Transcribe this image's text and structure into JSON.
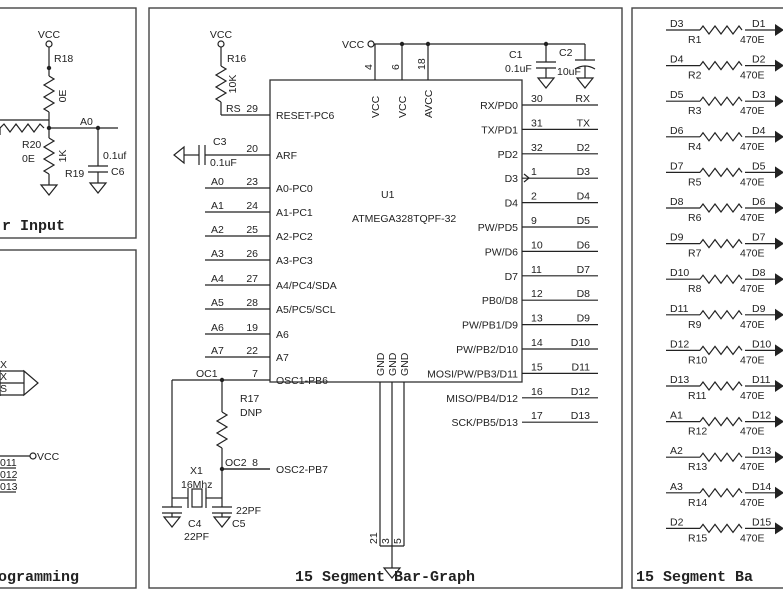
{
  "titles": {
    "left_top": "r Input",
    "left_bottom": "ogramming",
    "center": "15 Segment Bar-Graph",
    "right": "15 Segment Ba"
  },
  "left_top": {
    "vcc": "VCC",
    "r18": "R18",
    "r18_val": "0E",
    "r20": "R20",
    "r20_val": "0E",
    "r19": "R19",
    "r19_val": "1K",
    "a0": "A0",
    "c6_val": "0.1uf",
    "c6": "C6"
  },
  "left_bottom": {
    "partial_labels": [
      "X",
      "X",
      "S"
    ],
    "vcc": "VCC",
    "partial_nets": [
      "011",
      "012",
      "013"
    ]
  },
  "mcu": {
    "name": "U1",
    "part": "ATMEGA328TQPF-32",
    "vcc_label": "VCC",
    "top_pins": [
      {
        "num": "4",
        "name": "VCC"
      },
      {
        "num": "6",
        "name": "VCC"
      },
      {
        "num": "18",
        "name": "AVCC"
      }
    ],
    "gnd_pins": [
      {
        "num": "21",
        "name": "GND"
      },
      {
        "num": "3",
        "name": "GND"
      },
      {
        "num": "5",
        "name": "GND"
      }
    ],
    "left_pins": [
      {
        "num": "29",
        "name": "RESET-PC6",
        "net": "RS"
      },
      {
        "num": "20",
        "name": "ARF",
        "net": ""
      },
      {
        "num": "23",
        "name": "A0-PC0",
        "net": "A0"
      },
      {
        "num": "24",
        "name": "A1-PC1",
        "net": "A1"
      },
      {
        "num": "25",
        "name": "A2-PC2",
        "net": "A2"
      },
      {
        "num": "26",
        "name": "A3-PC3",
        "net": "A3"
      },
      {
        "num": "27",
        "name": "A4/PC4/SDA",
        "net": "A4"
      },
      {
        "num": "28",
        "name": "A5/PC5/SCL",
        "net": "A5"
      },
      {
        "num": "19",
        "name": "A6",
        "net": "A6"
      },
      {
        "num": "22",
        "name": "A7",
        "net": "A7"
      },
      {
        "num": "7",
        "name": "OSC1-PB6",
        "net": "OC1"
      },
      {
        "num": "8",
        "name": "OSC2-PB7",
        "net": "OC2"
      }
    ],
    "right_pins": [
      {
        "num": "30",
        "name": "RX/PD0",
        "net": "RX"
      },
      {
        "num": "31",
        "name": "TX/PD1",
        "net": "TX"
      },
      {
        "num": "32",
        "name": "PD2",
        "net": "D2"
      },
      {
        "num": "1",
        "name": "D3",
        "net": "D3"
      },
      {
        "num": "2",
        "name": "D4",
        "net": "D4"
      },
      {
        "num": "9",
        "name": "PW/PD5",
        "net": "D5"
      },
      {
        "num": "10",
        "name": "PW/D6",
        "net": "D6"
      },
      {
        "num": "11",
        "name": "D7",
        "net": "D7"
      },
      {
        "num": "12",
        "name": "PB0/D8",
        "net": "D8"
      },
      {
        "num": "13",
        "name": "PW/PB1/D9",
        "net": "D9"
      },
      {
        "num": "14",
        "name": "PW/PB2/D10",
        "net": "D10"
      },
      {
        "num": "15",
        "name": "MOSI/PW/PB3/D11",
        "net": "D11"
      },
      {
        "num": "16",
        "name": "MISO/PB4/D12",
        "net": "D12"
      },
      {
        "num": "17",
        "name": "SCK/PB5/D13",
        "net": "D13"
      }
    ]
  },
  "reset": {
    "vcc": "VCC",
    "r16": "R16",
    "r16_val": "10K"
  },
  "decoupling": {
    "c1": "C1",
    "c1_val": "0.1uF",
    "c2": "C2",
    "c2_val": "10uF",
    "c3": "C3",
    "c3_val": "0.1uF"
  },
  "crystal": {
    "x1": "X1",
    "x1_val": "16Mhz",
    "r17": "R17",
    "r17_val": "DNP",
    "c4": "C4",
    "c4_val": "22PF",
    "c5": "C5",
    "c5_val": "22PF"
  },
  "resistors": [
    {
      "net": "D3",
      "ref": "R1",
      "out": "D1",
      "val": "470E"
    },
    {
      "net": "D4",
      "ref": "R2",
      "out": "D2",
      "val": "470E"
    },
    {
      "net": "D5",
      "ref": "R3",
      "out": "D3",
      "val": "470E"
    },
    {
      "net": "D6",
      "ref": "R4",
      "out": "D4",
      "val": "470E"
    },
    {
      "net": "D7",
      "ref": "R5",
      "out": "D5",
      "val": "470E"
    },
    {
      "net": "D8",
      "ref": "R6",
      "out": "D6",
      "val": "470E"
    },
    {
      "net": "D9",
      "ref": "R7",
      "out": "D7",
      "val": "470E"
    },
    {
      "net": "D10",
      "ref": "R8",
      "out": "D8",
      "val": "470E"
    },
    {
      "net": "D11",
      "ref": "R9",
      "out": "D9",
      "val": "470E"
    },
    {
      "net": "D12",
      "ref": "R10",
      "out": "D10",
      "val": "470E"
    },
    {
      "net": "D13",
      "ref": "R11",
      "out": "D11",
      "val": "470E"
    },
    {
      "net": "A1",
      "ref": "R12",
      "out": "D12",
      "val": "470E"
    },
    {
      "net": "A2",
      "ref": "R13",
      "out": "D13",
      "val": "470E"
    },
    {
      "net": "A3",
      "ref": "R14",
      "out": "D14",
      "val": "470E"
    },
    {
      "net": "D2",
      "ref": "R15",
      "out": "D15",
      "val": "470E"
    }
  ]
}
